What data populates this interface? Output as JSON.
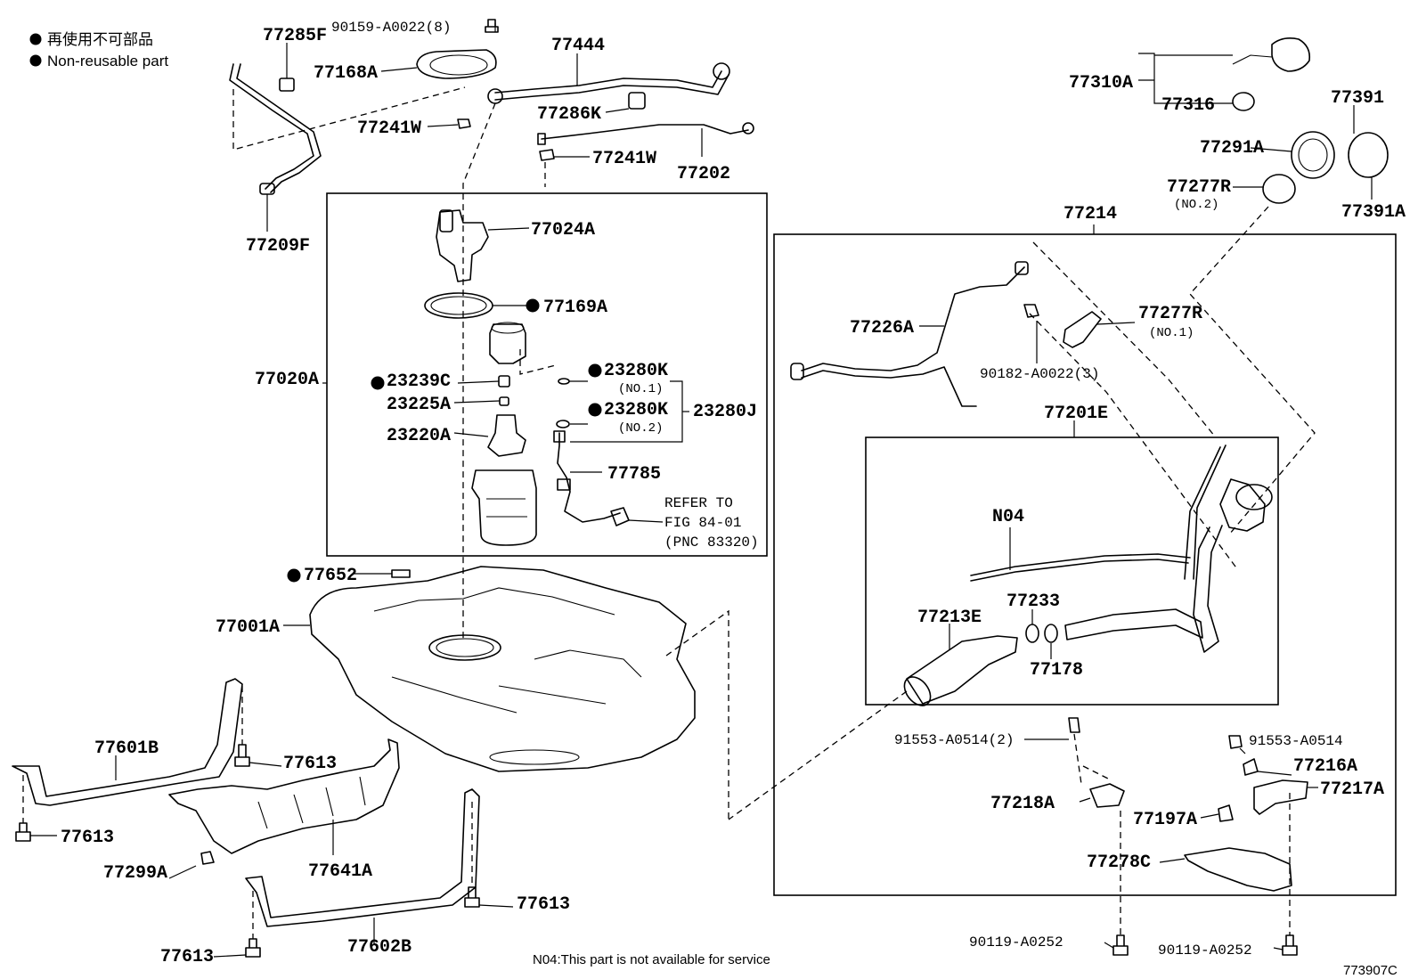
{
  "legend": {
    "line_jp": "再使用不可部品",
    "line_en": "Non-reusable part"
  },
  "footnote": "N04:This part is not available for service",
  "figure_id": "773907C",
  "refer_note": [
    "REFER TO",
    "FIG 84-01",
    "(PNC 83320)"
  ],
  "labels": {
    "p77285F": "77285F",
    "p90159": "90159-A0022(8)",
    "p77444": "77444",
    "p77168A": "77168A",
    "p77286K": "77286K",
    "p77241W_a": "77241W",
    "p77241W_b": "77241W",
    "p77202": "77202",
    "p77209F": "77209F",
    "p77024A": "77024A",
    "p77169A": "77169A",
    "p77020A": "77020A",
    "p23239C": "23239C",
    "p23280K_1": "23280K",
    "p23280K_1_sub": "(NO.1)",
    "p23225A": "23225A",
    "p23280K_2": "23280K",
    "p23280K_2_sub": "(NO.2)",
    "p23280J": "23280J",
    "p23220A": "23220A",
    "p77785": "77785",
    "p77652": "77652",
    "p77001A": "77001A",
    "p77601B": "77601B",
    "p77613_a": "77613",
    "p77613_b": "77613",
    "p77299A": "77299A",
    "p77641A": "77641A",
    "p77613_c": "77613",
    "p77613_d": "77613",
    "p77602B": "77602B",
    "p77310A": "77310A",
    "p77316": "77316",
    "p77391": "77391",
    "p77291A": "77291A",
    "p77277R_2": "77277R",
    "p77277R_2_sub": "(NO.2)",
    "p77391A": "77391A",
    "p77214": "77214",
    "p77226A": "77226A",
    "p77277R_1": "77277R",
    "p77277R_1_sub": "(NO.1)",
    "p90182": "90182-A0022(3)",
    "p77201E": "77201E",
    "pN04": "N04",
    "p77233": "77233",
    "p77213E": "77213E",
    "p77178": "77178",
    "p91553_2": "91553-A0514(2)",
    "p91553": "91553-A0514",
    "p77216A": "77216A",
    "p77217A": "77217A",
    "p77218A": "77218A",
    "p77197A": "77197A",
    "p77278C": "77278C",
    "p90119_a": "90119-A0252",
    "p90119_b": "90119-A0252"
  }
}
